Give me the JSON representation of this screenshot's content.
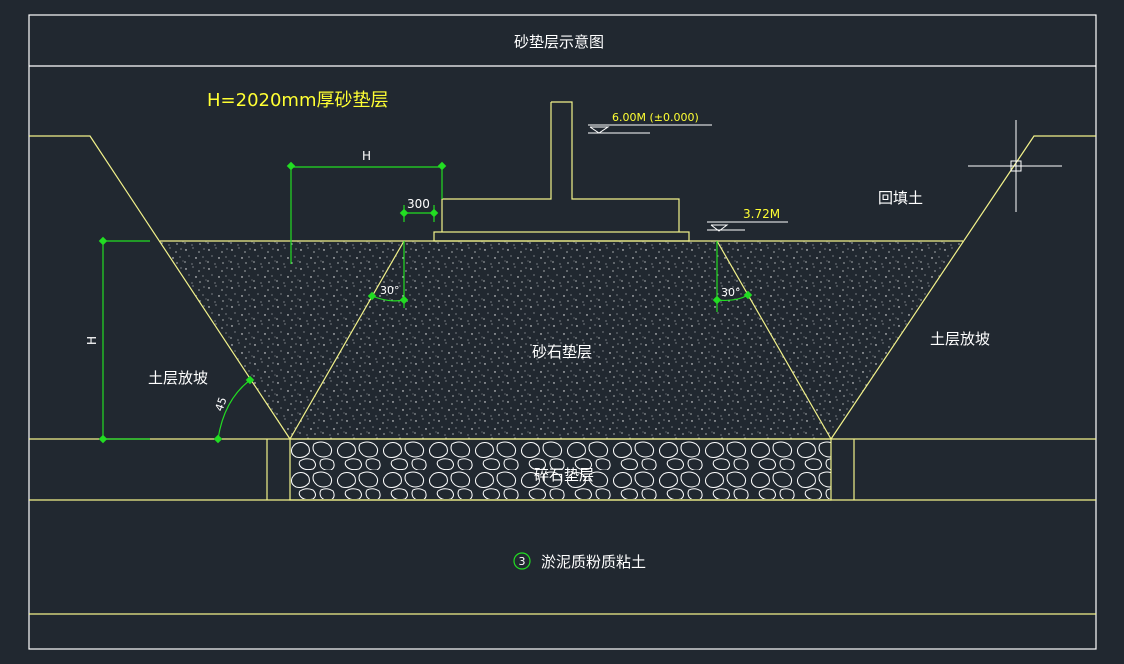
{
  "title": "砂垫层示意图",
  "thickness_note": "H=2020mm厚砂垫层",
  "elevation_top": "6.00M (±0.000)",
  "elevation_base": "3.72M",
  "dim_h_horizontal": "H",
  "dim_h_vertical": "H",
  "dim_300": "300",
  "angle_left": "30°",
  "angle_right": "30°",
  "angle_45": "45",
  "backfill": "回填土",
  "slope_left": "土层放坡",
  "slope_right": "土层放坡",
  "sand_layer": "砂石垫层",
  "gravel_layer": "碎石垫层",
  "soil_number": "3",
  "soil_name": "淤泥质粉质粘土",
  "colors": {
    "background": "#212830",
    "line": "#f2f28a",
    "text": "#ffffff",
    "dimension": "#22dd22",
    "yellow_text": "#ffff33"
  }
}
